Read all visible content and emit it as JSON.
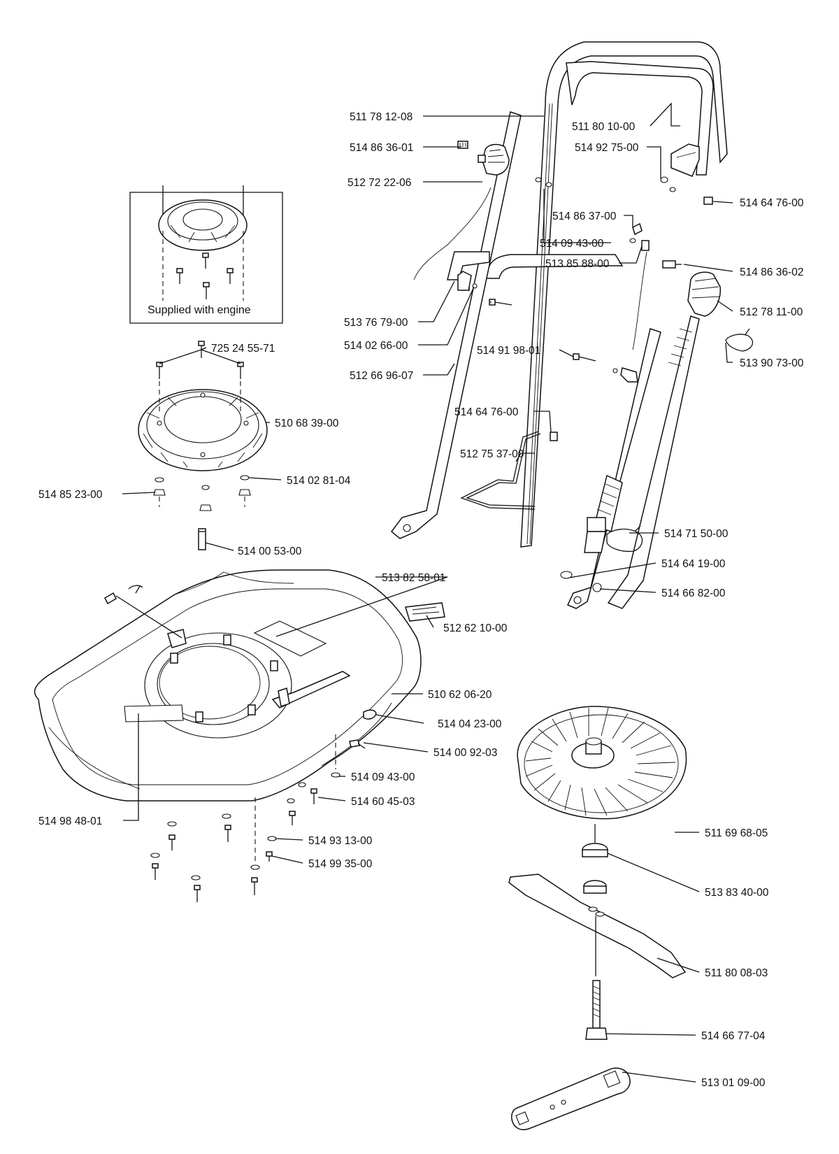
{
  "inset": {
    "caption": "Supplied with engine"
  },
  "labels": {
    "handle_upper": "511 78 12-08",
    "screw_knob_left": "514 86 36-01",
    "knob_left": "512 72 22-06",
    "handle_grip": "511 80 10-00",
    "washer_top": "514 92 75-00",
    "cap_top": "514 64 76-00",
    "nut_handle": "514 86 37-00",
    "washer_handle": "514 09 43-00",
    "cable_clip": "513 85 88-00",
    "screw_knob_right": "514 86 36-02",
    "knob_right": "512 78 11-00",
    "cable_tie_upper": "513 90 73-00",
    "wedge": "513 76 79-00",
    "washer_wedge": "514 02 66-00",
    "handle_lower": "512 66 96-07",
    "screw_lower": "514 91 98-01",
    "cap_mid": "514 64 76-00",
    "stand_wire": "512 75 37-00",
    "cable_tie_lower": "514 71 50-00",
    "spacer": "514 64 19-00",
    "bushing": "514 66 82-00",
    "bolt_ring": "725 24  55-71",
    "engine_ring": "510 68 39-00",
    "washer_ring": "514 02 81-04",
    "nut_ring": "514 85 23-00",
    "spacer_block": "514 00 53-00",
    "decal_top": "513 82 58-01",
    "handle_cover": "512 62 10-00",
    "hood": "510 62 06-20",
    "clip": "514 04  23-00",
    "pin": "514 00 92-03",
    "washer_hood": "514 09 43-00",
    "screw_hood": "514 60 45-03",
    "decal_left": "514 98 48-01",
    "washer_bottom": "514 93 13-00",
    "screw_bottom": "514 99 35-00",
    "fan": "511 69 68-05",
    "blade_hub": "513 83 40-00",
    "blade": "511 80 08-03",
    "blade_bolt": "514 66 77-04",
    "spanner": "513 01 09-00"
  }
}
